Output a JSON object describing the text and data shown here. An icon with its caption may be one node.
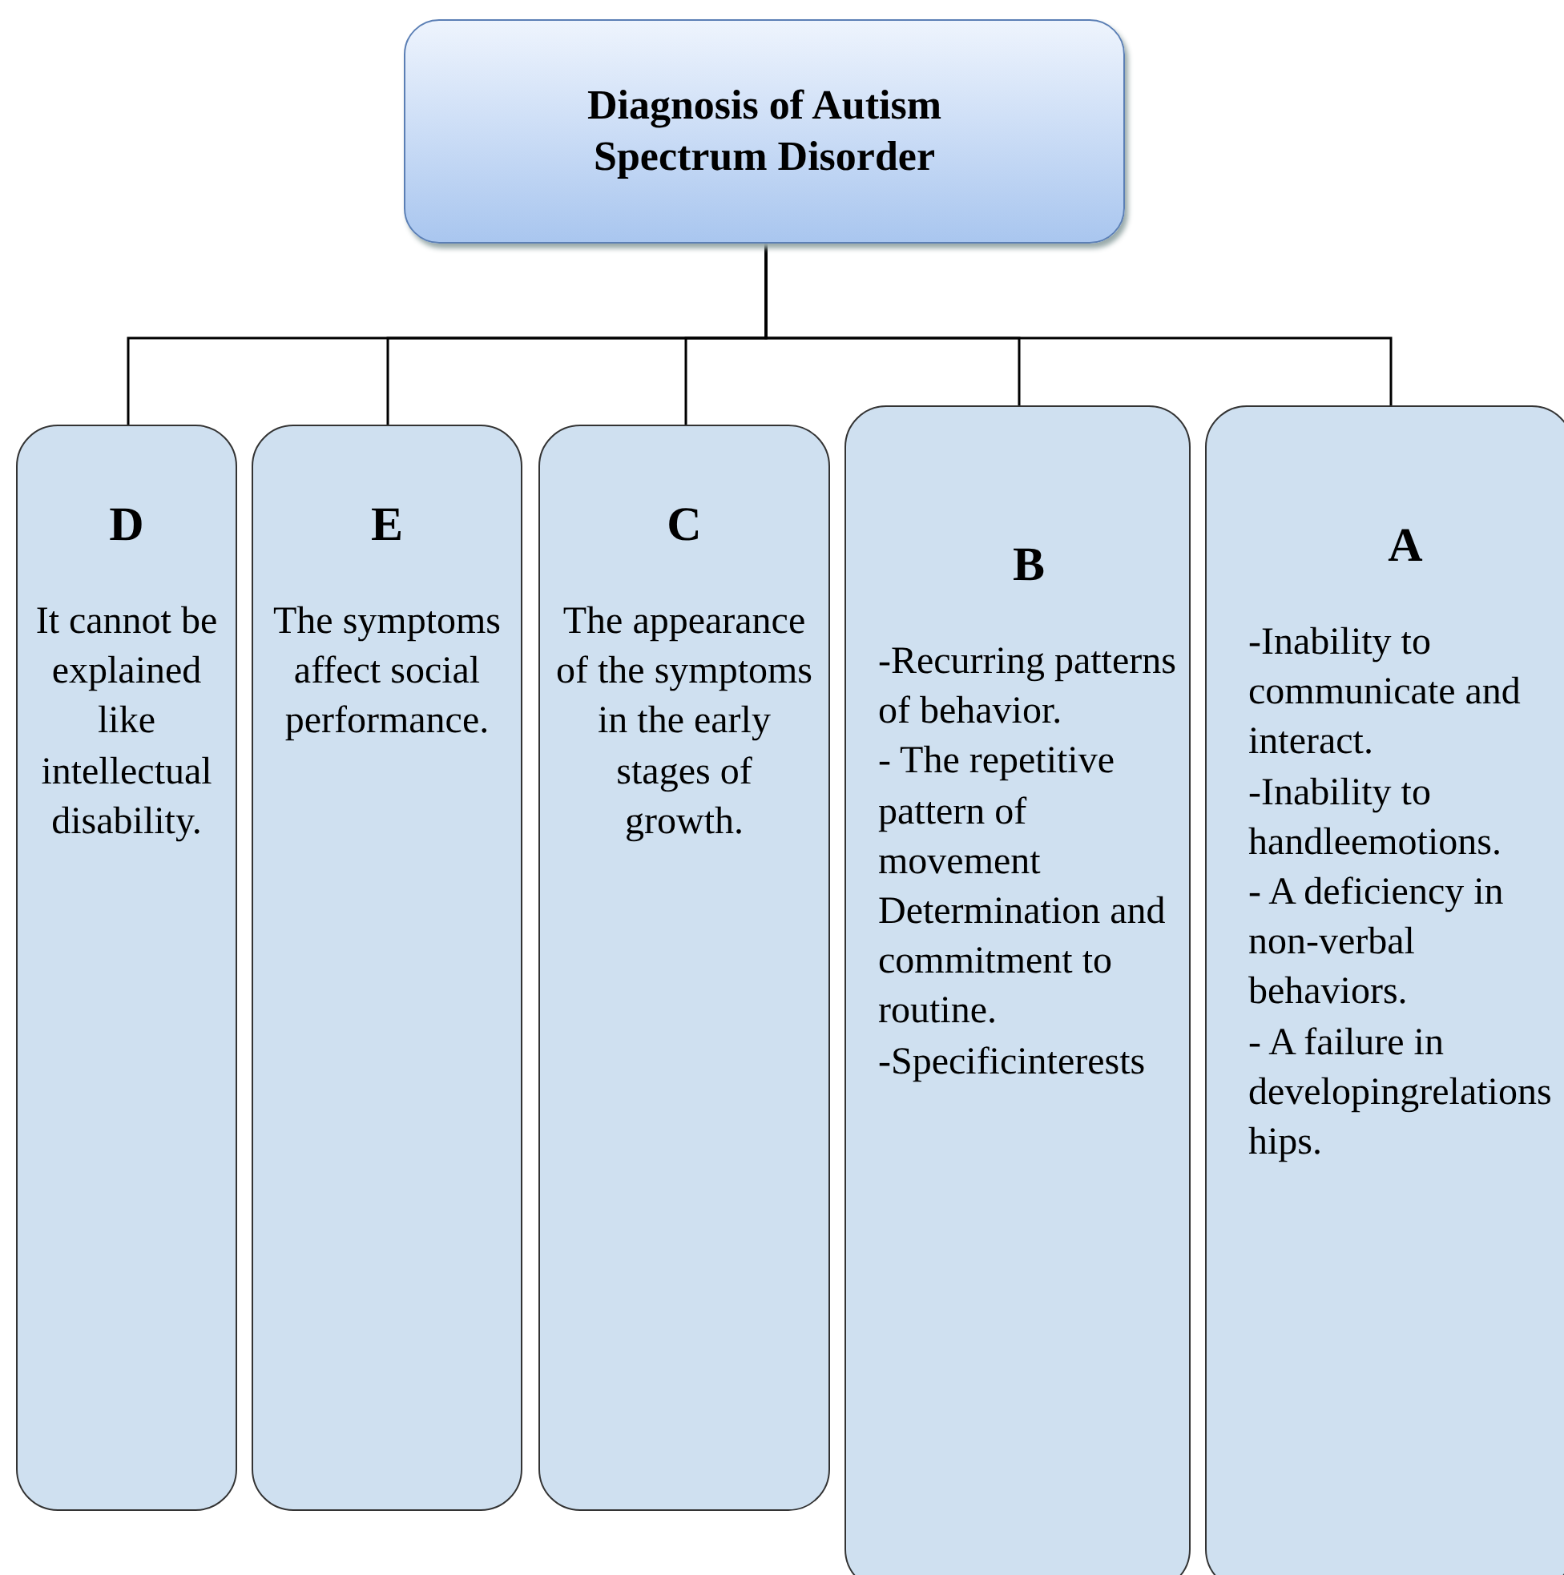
{
  "diagram": {
    "nodes": [
      {
        "text": [
          "Diagnosis of Autism Spectrum Disorder"
        ]
      },
      {
        "text": [
          "D",
          "It cannot be explained like intellectual disability."
        ]
      },
      {
        "text": [
          "E",
          "The symptoms affect social performance."
        ]
      },
      {
        "text": [
          "C",
          "The appearance of the symptoms in the early stages of growth."
        ]
      },
      {
        "text": [
          "B",
          "-Recurring patterns of behavior.",
          "- The repetitive pattern of movement Determination and commitment to routine.",
          "-Specificinterests"
        ]
      },
      {
        "text": [
          "A",
          "-Inability to communicate and interact.",
          "-Inability to handleemotions.",
          "- A deficiency in non-verbal behaviors.",
          "- A failure in developingrelationships."
        ]
      }
    ],
    "edges": [
      {
        "from": 0,
        "to": 1,
        "arrow": "none"
      },
      {
        "from": 0,
        "to": 2,
        "arrow": "none"
      },
      {
        "from": 0,
        "to": 3,
        "arrow": "none"
      },
      {
        "from": 0,
        "to": 4,
        "arrow": "none"
      },
      {
        "from": 0,
        "to": 5,
        "arrow": "none"
      }
    ]
  }
}
